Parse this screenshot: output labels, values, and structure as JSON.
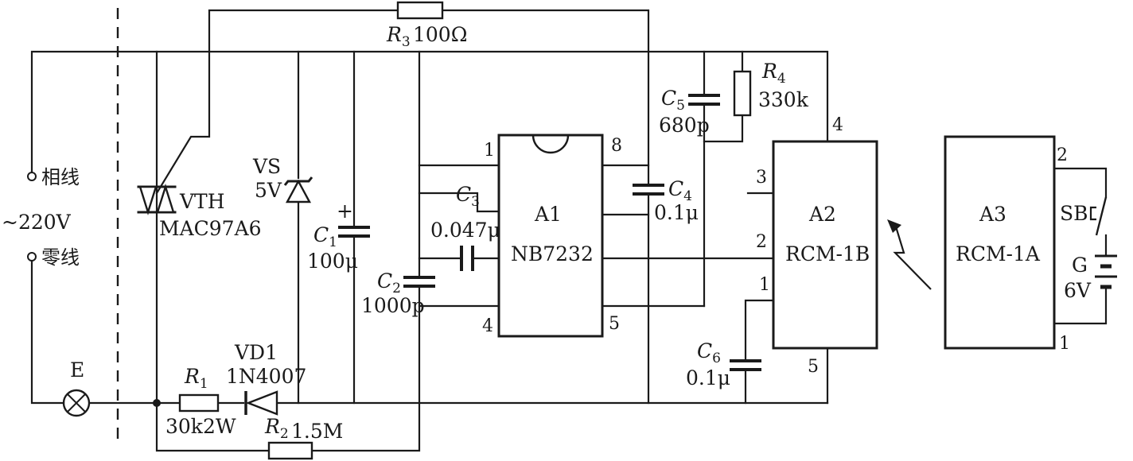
{
  "labels": {
    "phase_line": "相线",
    "neutral_line": "零线",
    "mains": "~220V",
    "lamp": "E",
    "vth": "VTH",
    "vth_part": "MAC97A6",
    "vs": "VS",
    "vs_value": "5V",
    "vd1": "VD1",
    "vd1_part": "1N4007",
    "r1_letter": "R",
    "r1_sub": "1",
    "r1_value": "30k2W",
    "r2_letter": "R",
    "r2_sub": "2",
    "r2_value": "1.5M",
    "r3_letter": "R",
    "r3_sub": "3",
    "r3_value": "100Ω",
    "r4_letter": "R",
    "r4_sub": "4",
    "r4_value": "330k",
    "c1_letter": "C",
    "c1_sub": "1",
    "c1_value": "100μ",
    "c1_polarity": "+",
    "c2_letter": "C",
    "c2_sub": "2",
    "c2_value": "1000p",
    "c3_letter": "C",
    "c3_sub": "3",
    "c3_value": "0.047μ",
    "c4_letter": "C",
    "c4_sub": "4",
    "c4_value": "0.1μ",
    "c5_letter": "C",
    "c5_sub": "5",
    "c5_value": "680p",
    "c6_letter": "C",
    "c6_sub": "6",
    "c6_value": "0.1μ",
    "a1_name": "A1",
    "a1_part": "NB7232",
    "a2_name": "A2",
    "a2_part": "RCM-1B",
    "a3_name": "A3",
    "a3_part": "RCM-1A",
    "sb": "SB",
    "g_name": "G",
    "g_value": "6V"
  },
  "pins": {
    "a1": [
      "1",
      "8",
      "4",
      "5"
    ],
    "a2": [
      "4",
      "3",
      "2",
      "1",
      "5"
    ],
    "a3": [
      "2",
      "1"
    ]
  }
}
